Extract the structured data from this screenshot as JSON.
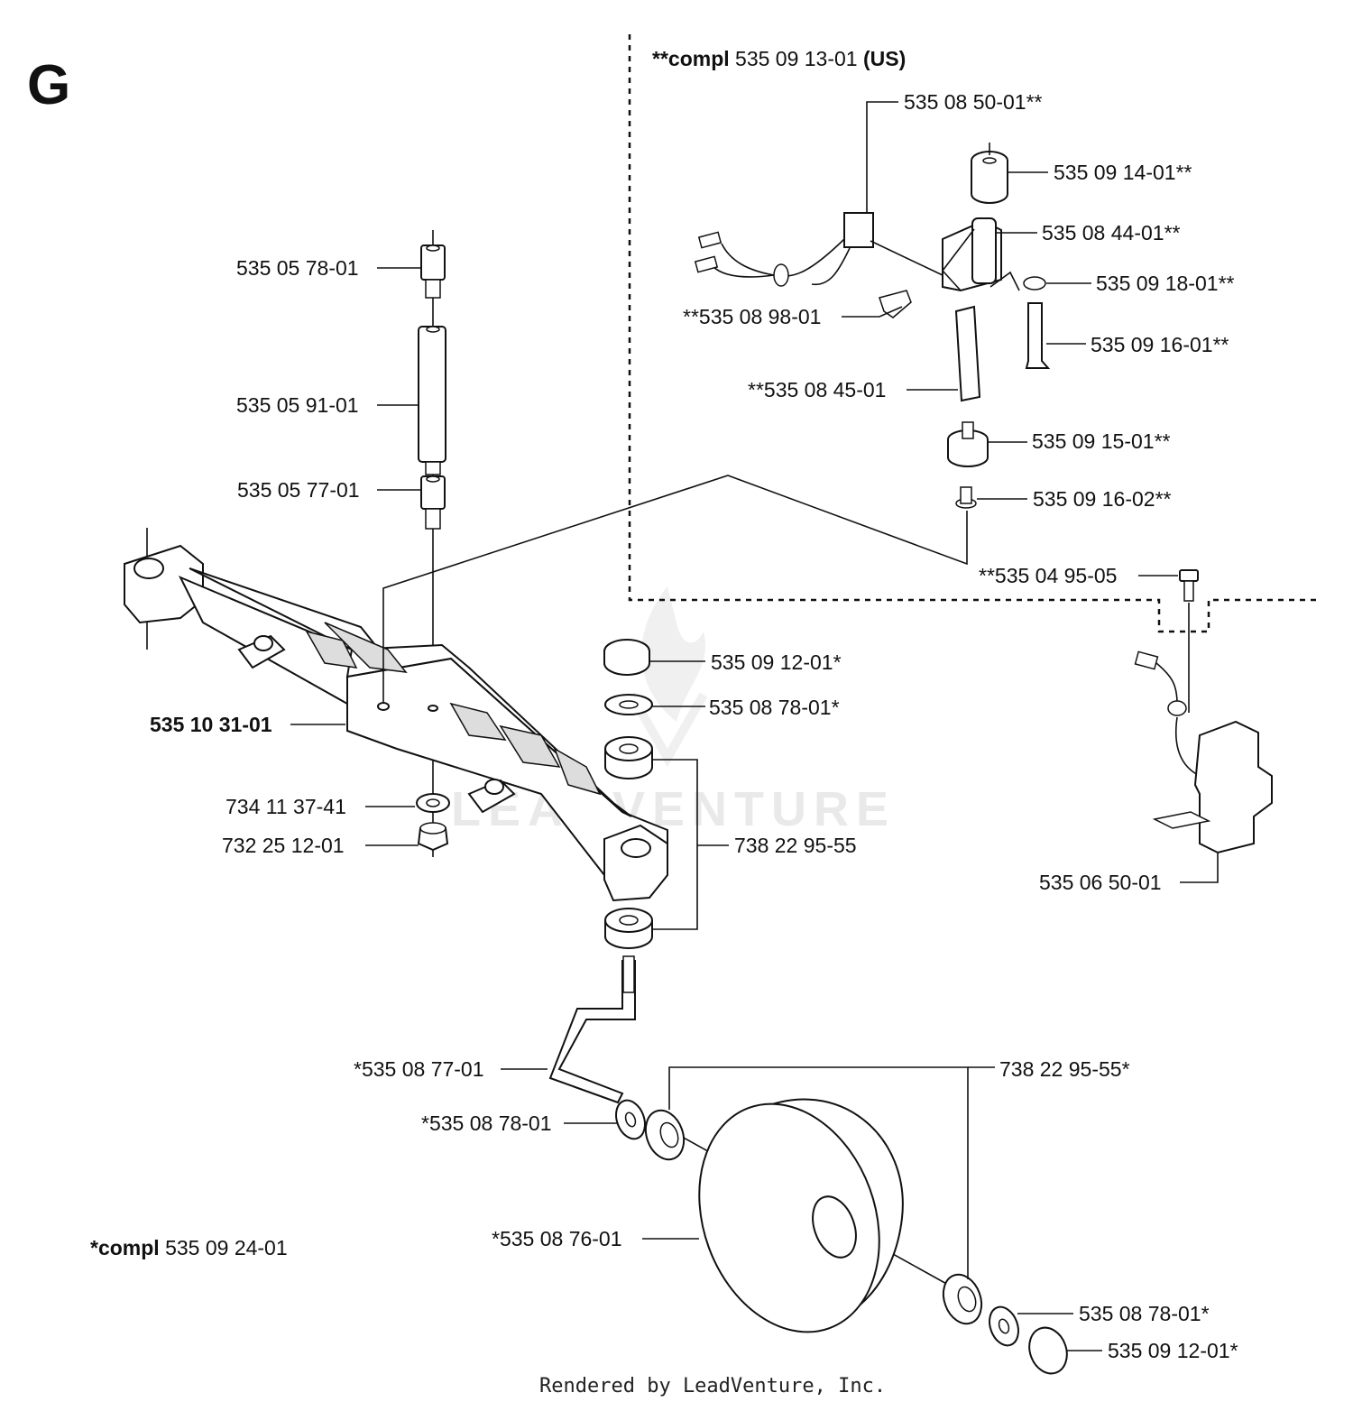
{
  "section_letter": "G",
  "watermark": "LEADVENTURE",
  "footer": "Rendered by LeadVenture, Inc.",
  "us_kit": {
    "prefix": "**compl",
    "number": " 535 09 13-01 ",
    "suffix": "(US)"
  },
  "wheel_kit": {
    "prefix": "*compl",
    "number": " 535 09 24-01"
  },
  "labels": [
    "535 05 78-01",
    "535 05 91-01",
    "535 05 77-01",
    "535 10 31-01",
    "734 11 37-41",
    "732 25 12-01",
    "535 09 12-01*",
    "535 08 78-01*",
    "738 22 95-55",
    "*535 08 77-01",
    "*535 08 78-01",
    "738 22 95-55*",
    "*535 08 76-01",
    "535 08 78-01*",
    "535 09 12-01*",
    "535 08 50-01**",
    "535 09 14-01**",
    "535 08 44-01**",
    "535 09 18-01**",
    "**535 08 98-01",
    "535 09 16-01**",
    "**535 08 45-01",
    "535 09 15-01**",
    "535 09 16-02**",
    "**535 04 95-05",
    "535 06 50-01"
  ]
}
